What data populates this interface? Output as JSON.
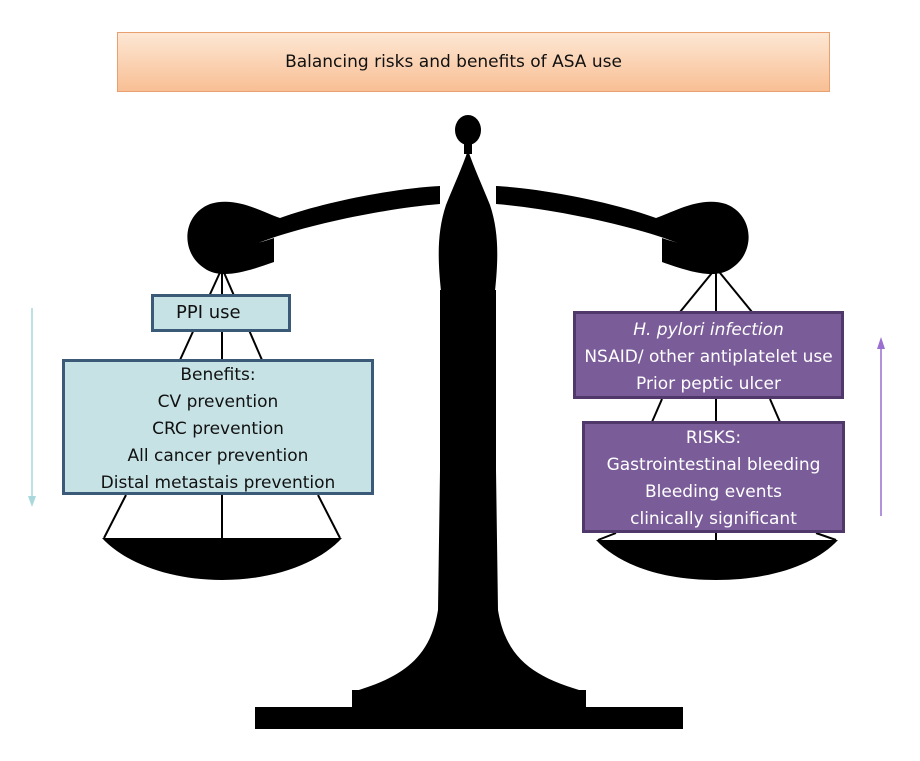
{
  "title": "Balancing risks and benefits of ASA use",
  "left_pan": {
    "top_box": "PPI use",
    "main_box": {
      "heading": "Benefits:",
      "items": [
        "CV prevention",
        "CRC prevention",
        "All cancer prevention",
        "Distal metastais prevention"
      ]
    },
    "arrow_direction": "down"
  },
  "right_pan": {
    "top_box": {
      "lines": [
        "H. pylori infection",
        "NSAID/ other antiplatelet use",
        "Prior peptic ulcer"
      ]
    },
    "main_box": {
      "heading": "RISKS:",
      "items": [
        "Gastrointestinal bleeding",
        "Bleeding events",
        "clinically significant"
      ]
    },
    "arrow_direction": "up"
  },
  "colors": {
    "title_fill": "#f8bf94",
    "benefit_fill": "#c6e2e5",
    "benefit_border": "#3a5a78",
    "risk_fill": "#7a5c99",
    "risk_border": "#50386a",
    "down_arrow": "#a8d8dc",
    "up_arrow": "#9a6fd0",
    "scale": "#000000"
  }
}
